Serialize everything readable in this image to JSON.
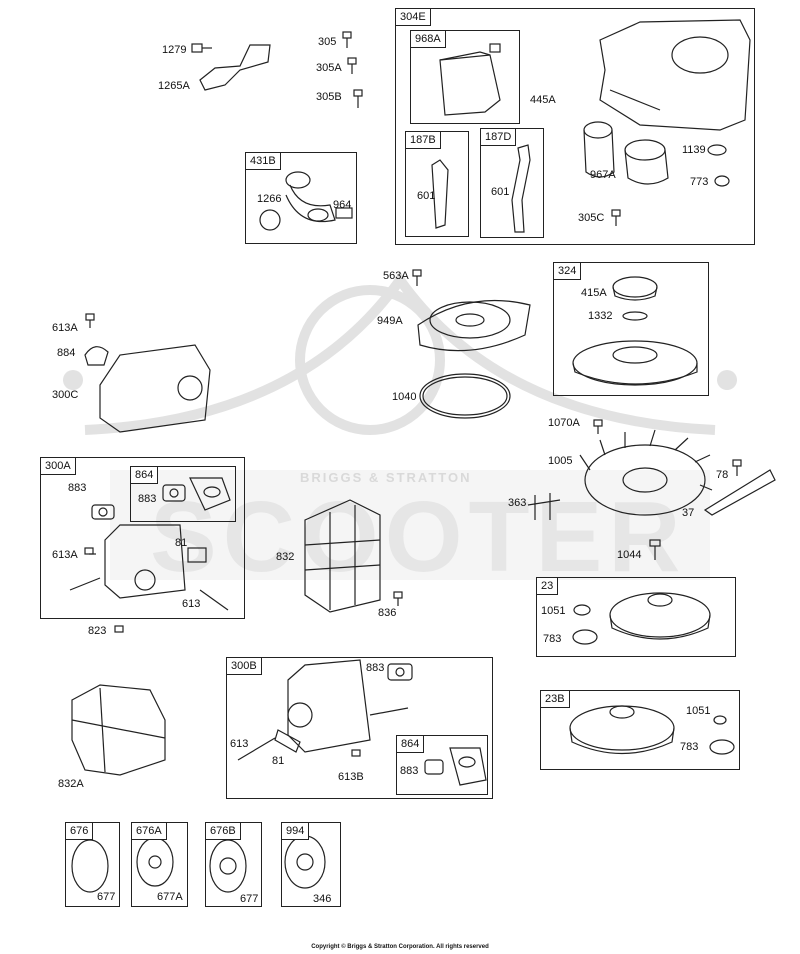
{
  "watermark": {
    "brand": "BRIGGS & STRATTON",
    "name": "SCOOTER"
  },
  "labels": {
    "l1279": "1279",
    "l1265A": "1265A",
    "l305": "305",
    "l305A": "305A",
    "l305B": "305B",
    "l1266": "1266",
    "l964": "964",
    "l968A_p445A": "445A",
    "l1139": "1139",
    "l967A": "967A",
    "l773": "773",
    "l305C": "305C",
    "l601a": "601",
    "l601b": "601",
    "l563A": "563A",
    "l949A": "949A",
    "l1040": "1040",
    "l415A": "415A",
    "l1332": "1332",
    "l613A_top": "613A",
    "l884": "884",
    "l300C": "300C",
    "l1070A": "1070A",
    "l1005": "1005",
    "l78": "78",
    "l37": "37",
    "l363": "363",
    "l1044": "1044",
    "l883_a": "883",
    "l883_b": "883",
    "l613A_mid": "613A",
    "l81_a": "81",
    "l613_a": "613",
    "l823": "823",
    "l832": "832",
    "l836": "836",
    "l1051_a": "1051",
    "l783_a": "783",
    "l883_c": "883",
    "l613_b": "613",
    "l81_b": "81",
    "l613B": "613B",
    "l883_d": "883",
    "l832A": "832A",
    "l1051_b": "1051",
    "l783_b": "783",
    "l677_a": "677",
    "l677A": "677A",
    "l677_b": "677",
    "l346": "346"
  },
  "boxes": {
    "b304E": "304E",
    "b968A": "968A",
    "b187B": "187B",
    "b187D": "187D",
    "b431B": "431B",
    "b324": "324",
    "b300A": "300A",
    "b864a": "864",
    "b300B": "300B",
    "b864b": "864",
    "b23": "23",
    "b23B": "23B",
    "b676": "676",
    "b676A": "676A",
    "b676B": "676B",
    "b994": "994"
  },
  "copyright": "Copyright © Briggs & Stratton Corporation. All rights reserved"
}
